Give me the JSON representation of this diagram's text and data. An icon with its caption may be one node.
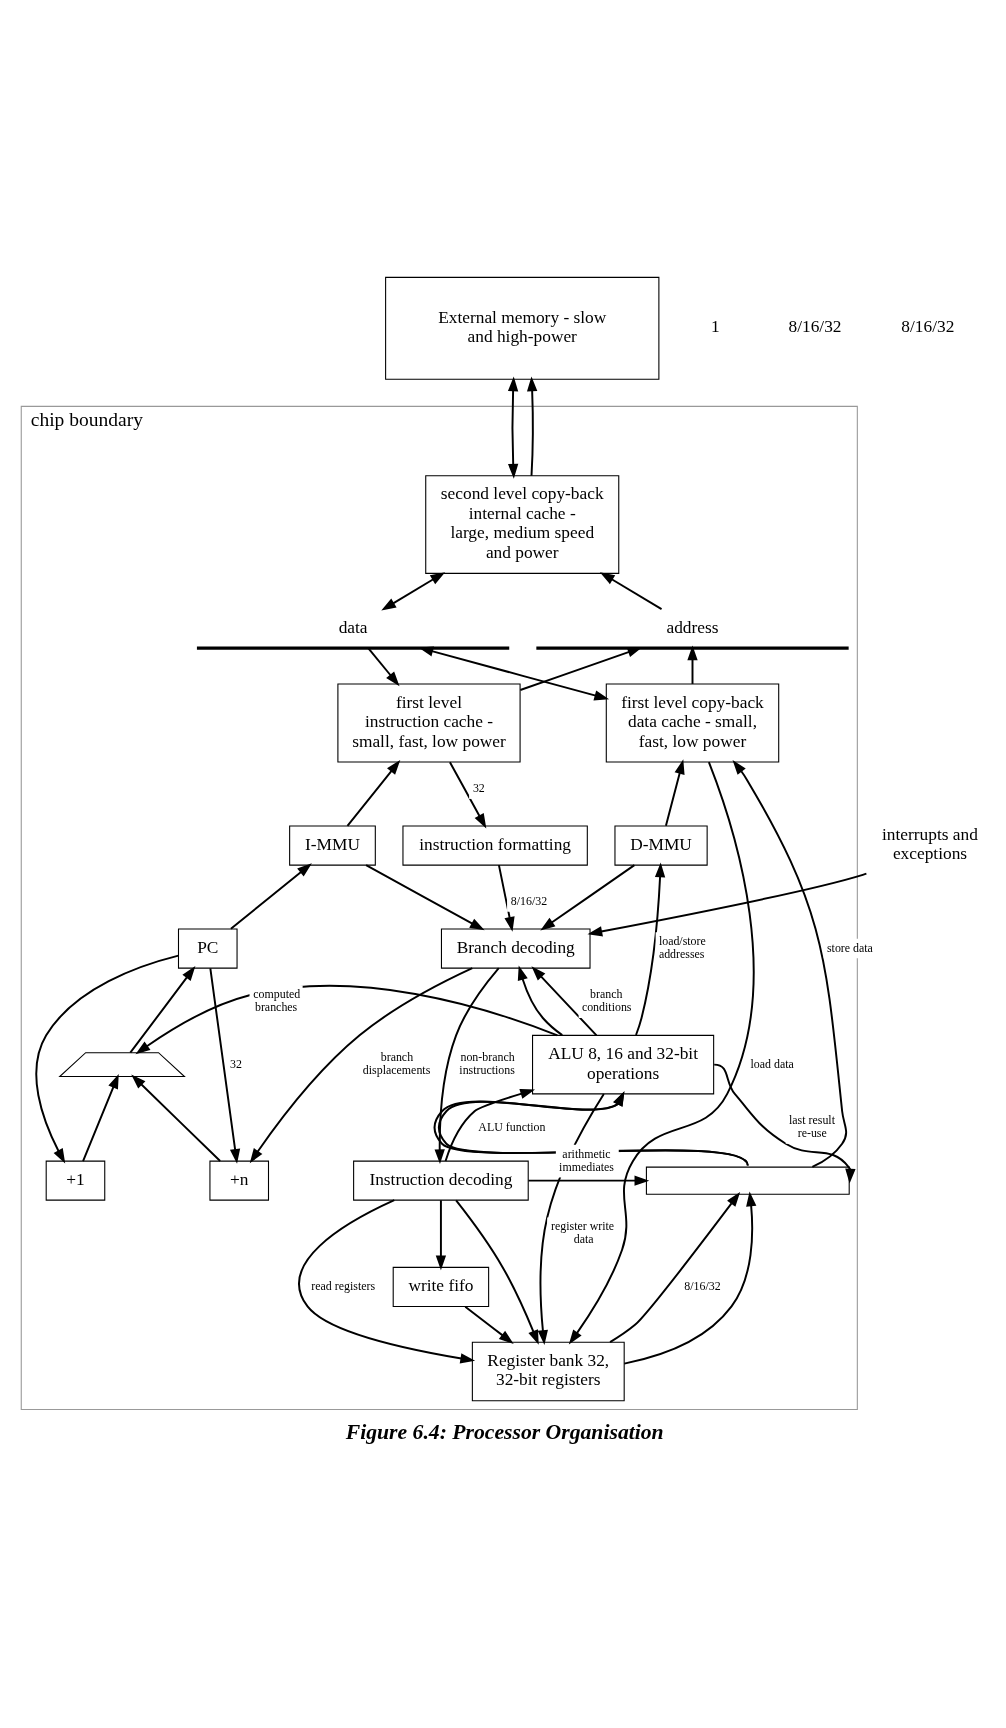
{
  "diagram": {
    "caption": "Figure 6.4: Processor Organisation",
    "nodes": [
      {
        "text": [
          "External memory - slow and high-power"
        ]
      },
      {
        "text": [
          "chip boundary"
        ]
      },
      {
        "text": [
          "second level copy-back internal cache - large, medium speed and power"
        ],
        "in": 1
      },
      {
        "text": [
          "data"
        ],
        "in": 1
      },
      {
        "text": [
          "address"
        ],
        "in": 1
      },
      {
        "text": [
          "first level instruction cache - small, fast, low power"
        ],
        "in": 1
      },
      {
        "text": [
          "first level copy-back data cache - small, fast, low power"
        ],
        "in": 1
      },
      {
        "text": [
          "instruction formatting"
        ],
        "in": 1
      },
      {
        "text": [
          "I-MMU"
        ],
        "in": 1
      },
      {
        "text": [
          "D-MMU"
        ],
        "in": 1
      },
      {
        "text": [
          "interrupts and exceptions"
        ]
      },
      {
        "text": [
          "Branch decoding"
        ],
        "in": 1
      },
      {
        "text": [
          "PC"
        ],
        "in": 1
      },
      {
        "text": [],
        "shape": "trapezoid",
        "in": 1
      },
      {
        "text": [
          "+n"
        ],
        "in": 1
      },
      {
        "text": [
          "+1"
        ],
        "in": 1
      },
      {
        "text": [
          "ALU 8, 16 and 32-bit operations"
        ],
        "in": 1
      },
      {
        "text": [],
        "shape": "box",
        "in": 1
      },
      {
        "text": [
          "Instruction decoding"
        ],
        "in": 1
      },
      {
        "text": [
          "write fifo"
        ],
        "in": 1
      },
      {
        "text": [
          "Register bank 32, 32-bit registers"
        ],
        "in": 1
      }
    ],
    "edges": [
      {
        "from": 0,
        "to": 2,
        "arrow": "both"
      },
      {
        "from": 2,
        "to": 0,
        "arrow": "to"
      },
      {
        "from": 2,
        "to": 3,
        "arrow": "both"
      },
      {
        "from": 4,
        "to": 2,
        "arrow": "to"
      },
      {
        "from": 3,
        "to": 5,
        "arrow": "to"
      },
      {
        "from": 5,
        "to": 4,
        "arrow": "to"
      },
      {
        "from": 6,
        "to": 4,
        "arrow": "to"
      },
      {
        "from": 3,
        "to": 6,
        "arrow": "both"
      },
      {
        "from": 5,
        "to": 7,
        "arrow": "to",
        "label": "32"
      },
      {
        "from": 8,
        "to": 5,
        "arrow": "to"
      },
      {
        "from": 9,
        "to": 6,
        "arrow": "to"
      },
      {
        "from": 7,
        "to": 11,
        "arrow": "to",
        "label": "8/16/32"
      },
      {
        "from": 10,
        "to": 11,
        "arrow": "to"
      },
      {
        "from": 8,
        "to": 11,
        "arrow": "to"
      },
      {
        "from": 9,
        "to": 11,
        "arrow": "to"
      },
      {
        "from": 16,
        "to": 11,
        "arrow": "to"
      },
      {
        "from": 12,
        "to": 8,
        "arrow": "to"
      },
      {
        "from": 12,
        "to": 14,
        "arrow": "to",
        "label": "32"
      },
      {
        "from": 12,
        "to": 15,
        "arrow": "to"
      },
      {
        "from": 11,
        "to": 14,
        "arrow": "to",
        "label": "branch displacements"
      },
      {
        "from": 14,
        "to": 13,
        "arrow": "to"
      },
      {
        "from": 15,
        "to": 13,
        "arrow": "to"
      },
      {
        "from": 13,
        "to": 12,
        "arrow": "to"
      },
      {
        "from": 16,
        "to": 13,
        "arrow": "to",
        "label": "computed branches"
      },
      {
        "from": 16,
        "to": 11,
        "arrow": "to",
        "label": "branch conditions"
      },
      {
        "from": 11,
        "to": 18,
        "arrow": "to",
        "label": "non-branch instructions"
      },
      {
        "from": 18,
        "to": 16,
        "arrow": "to",
        "label": "ALU function"
      },
      {
        "from": 18,
        "to": 17,
        "arrow": "to",
        "label": "arithmetic immediates"
      },
      {
        "from": 18,
        "to": 19,
        "arrow": "to"
      },
      {
        "from": 19,
        "to": 20,
        "arrow": "to"
      },
      {
        "from": 18,
        "to": 20,
        "arrow": "to"
      },
      {
        "from": 18,
        "to": 20,
        "arrow": "to",
        "label": "read registers"
      },
      {
        "from": 20,
        "to": 17,
        "arrow": "to"
      },
      {
        "from": 20,
        "to": 17,
        "arrow": "to",
        "label": "8/16/32"
      },
      {
        "from": 17,
        "to": 16,
        "arrow": "to"
      },
      {
        "from": 17,
        "to": 16,
        "arrow": "to"
      },
      {
        "from": 17,
        "to": 6,
        "arrow": "to",
        "label": "store data"
      },
      {
        "from": 16,
        "to": 9,
        "arrow": "to",
        "label": "load/store addresses"
      },
      {
        "from": 6,
        "to": 20,
        "arrow": "to",
        "label": "load data"
      },
      {
        "from": 16,
        "to": 20,
        "arrow": "to",
        "label": "register write data"
      },
      {
        "from": 16,
        "to": 17,
        "arrow": "to",
        "label": "last result re-use"
      }
    ],
    "labels": [
      "1",
      "8/16/32",
      "8/16/32"
    ]
  }
}
